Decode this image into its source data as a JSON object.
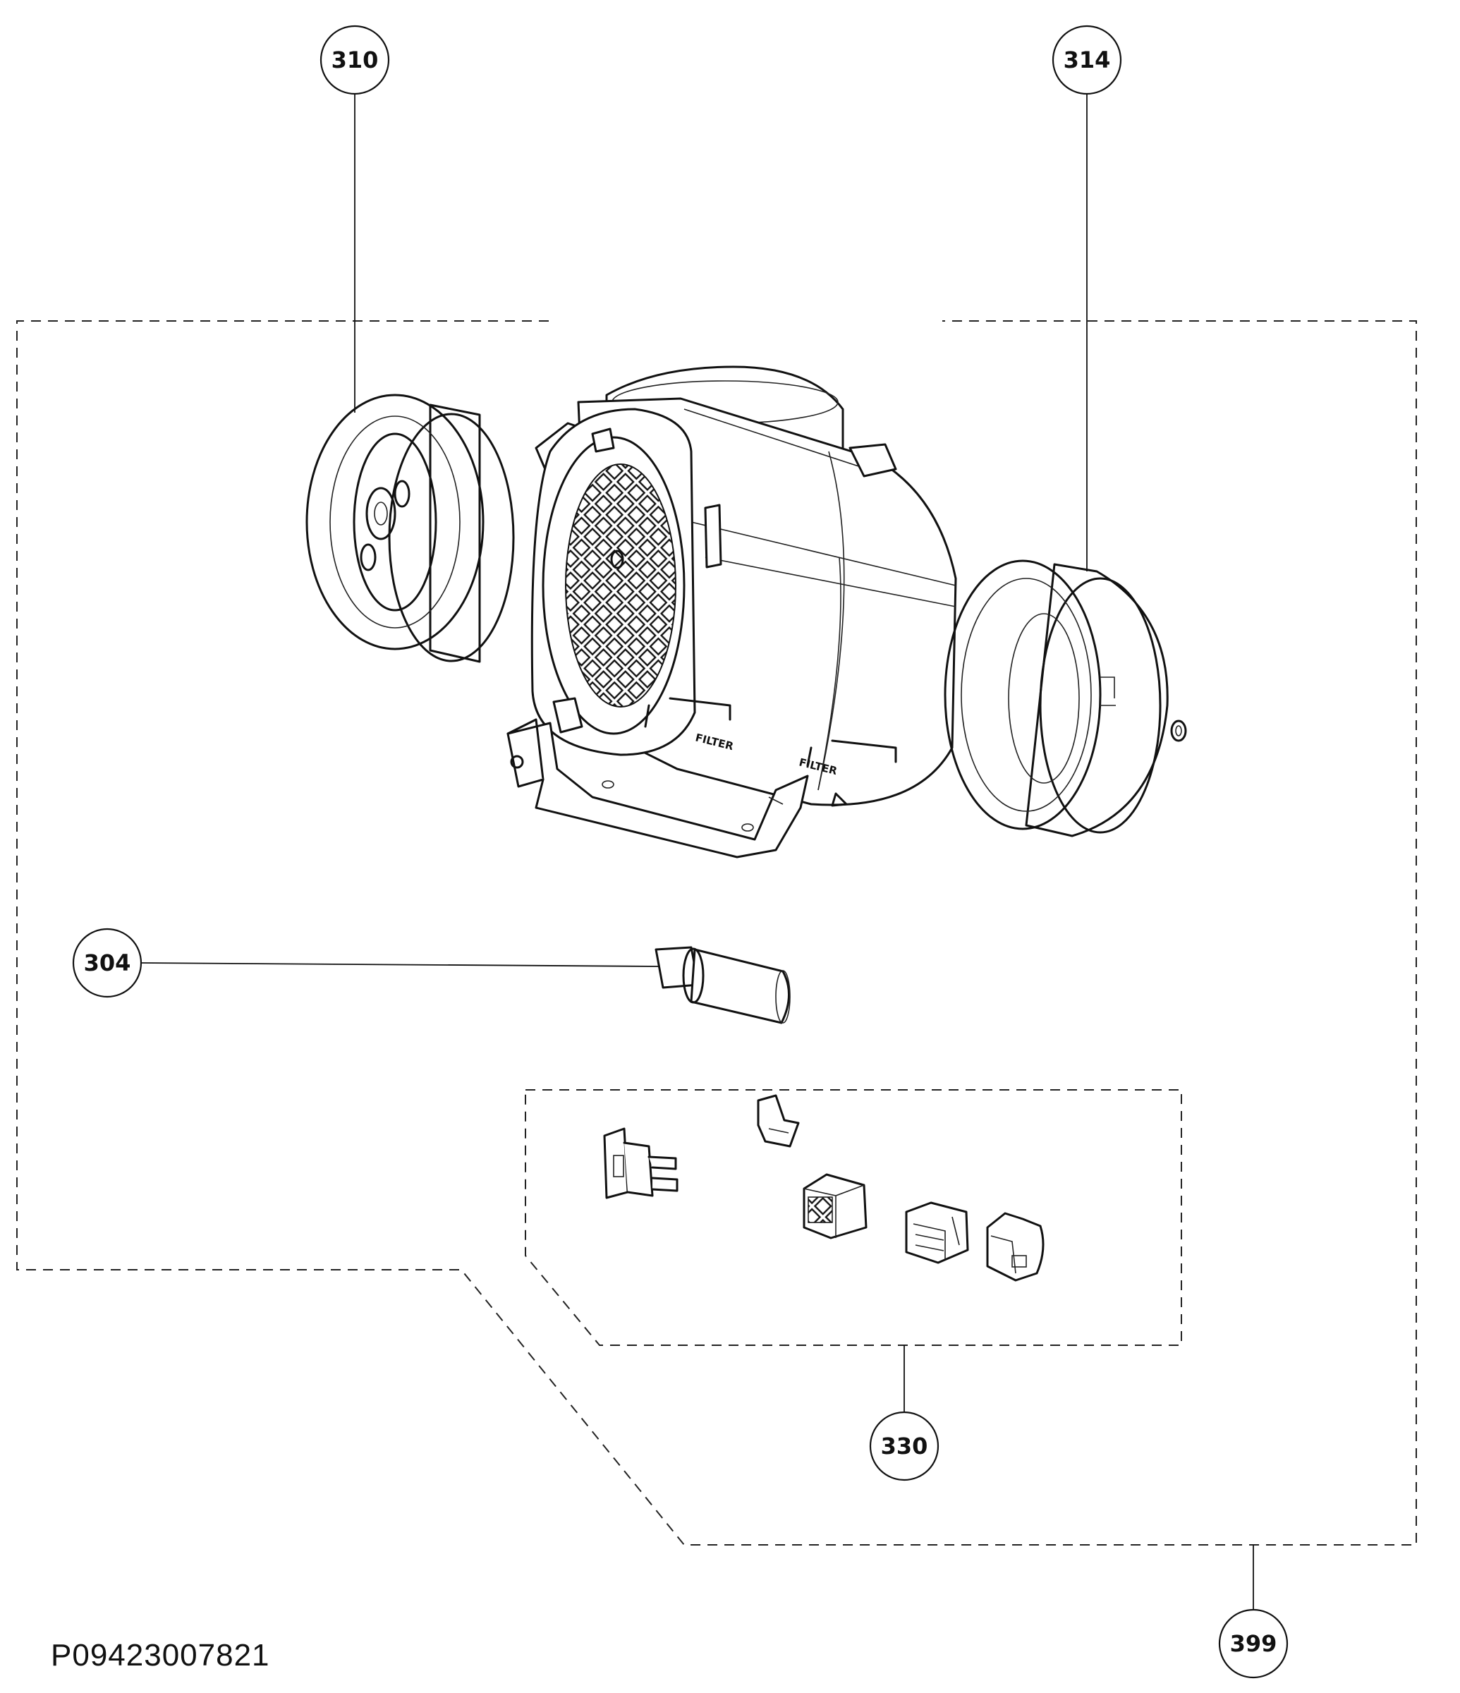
{
  "diagram": {
    "drawing_code": "P09423007821",
    "callouts": [
      {
        "id": "fan-wheel-left",
        "label": "310"
      },
      {
        "id": "fan-wheel-right",
        "label": "314"
      },
      {
        "id": "capacitor",
        "label": "304"
      },
      {
        "id": "connector-kit",
        "label": "330"
      },
      {
        "id": "motor-assembly",
        "label": "399"
      }
    ],
    "housing_marks": [
      "FILTER",
      "FILTER"
    ]
  }
}
